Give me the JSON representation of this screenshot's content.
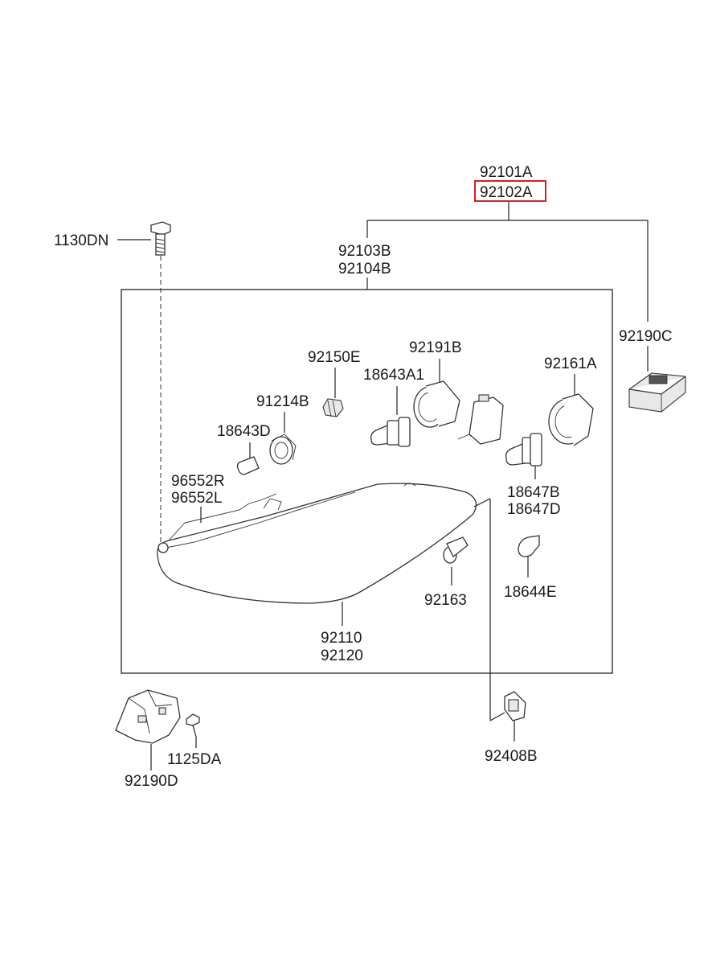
{
  "labels": {
    "p92101A": "92101A",
    "p92102A": "92102A",
    "p1130DN": "1130DN",
    "p92103B": "92103B",
    "p92104B": "92104B",
    "p92190C": "92190C",
    "p92150E": "92150E",
    "p92191B": "92191B",
    "p18643A1": "18643A1",
    "p91214B": "91214B",
    "p92161A": "92161A",
    "p18643D": "18643D",
    "p96552R": "96552R",
    "p96552L": "96552L",
    "p18647B": "18647B",
    "p18647D": "18647D",
    "p92163": "92163",
    "p18644E": "18644E",
    "p92110": "92110",
    "p92120": "92120",
    "p1125DA": "1125DA",
    "p92190D": "92190D",
    "p92408B": "92408B"
  },
  "highlight": {
    "part": "92102A",
    "color": "#d62020"
  }
}
